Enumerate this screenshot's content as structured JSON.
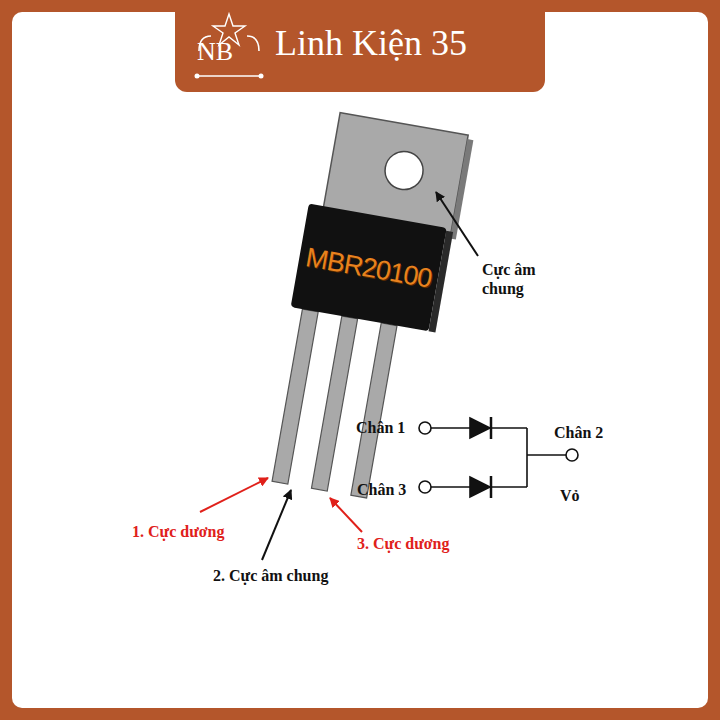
{
  "diagram": {
    "nodes": [
      {
        "text": [
          "NB",
          "Linh Kiện 35"
        ]
      },
      {
        "text": [
          "MBR20100"
        ]
      }
    ],
    "labels": [
      "Cực âm chung",
      "Chân 1",
      "Chân 3",
      "Chân 2",
      "Vỏ",
      "1. Cực dương",
      "2. Cực âm chung",
      "3. Cực dương"
    ]
  }
}
